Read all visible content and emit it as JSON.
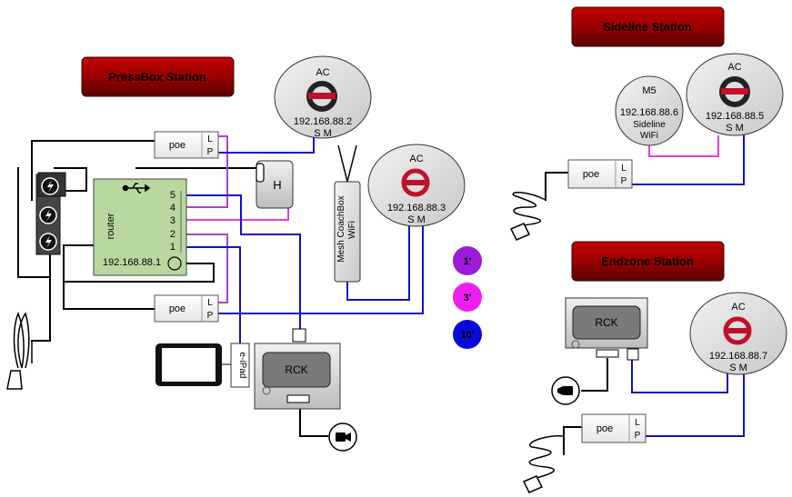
{
  "stations": {
    "pressbox": "PressBox Station",
    "sideline": "Sideline Station",
    "endzone": "Endzone Station"
  },
  "ac": {
    "label": "AC",
    "pressbox_ip": "192.168.88.2",
    "mesh_ip": "192.168.88.3",
    "sideline_ip": "192.168.88.5",
    "endzone_ip": "192.168.88.7",
    "ports": "S M"
  },
  "m5": {
    "label": "M5",
    "ip": "192.168.88.6",
    "line1": "Sideline",
    "line2": "WiFi"
  },
  "poe": {
    "label": "poe",
    "port_l": "L",
    "port_p": "P"
  },
  "router": {
    "label": "router",
    "ip": "192.168.88.1",
    "ports": [
      "5",
      "4",
      "3",
      "2",
      "1"
    ]
  },
  "hub": {
    "label": "H"
  },
  "mesh": {
    "line1": "Mesh CoachBox",
    "line2": "WiFi"
  },
  "rck": {
    "label": "RCK"
  },
  "ipad": {
    "label": "e-iPad"
  },
  "legend": {
    "len1": "1'",
    "len3": "3'",
    "len10": "10'"
  },
  "colors": {
    "purple_cable": "#b040c8",
    "magenta_cable": "#e040e0",
    "blue_cable": "#1010c8",
    "dark_red": "#8a0000",
    "router_green": "#b8d8a0"
  }
}
